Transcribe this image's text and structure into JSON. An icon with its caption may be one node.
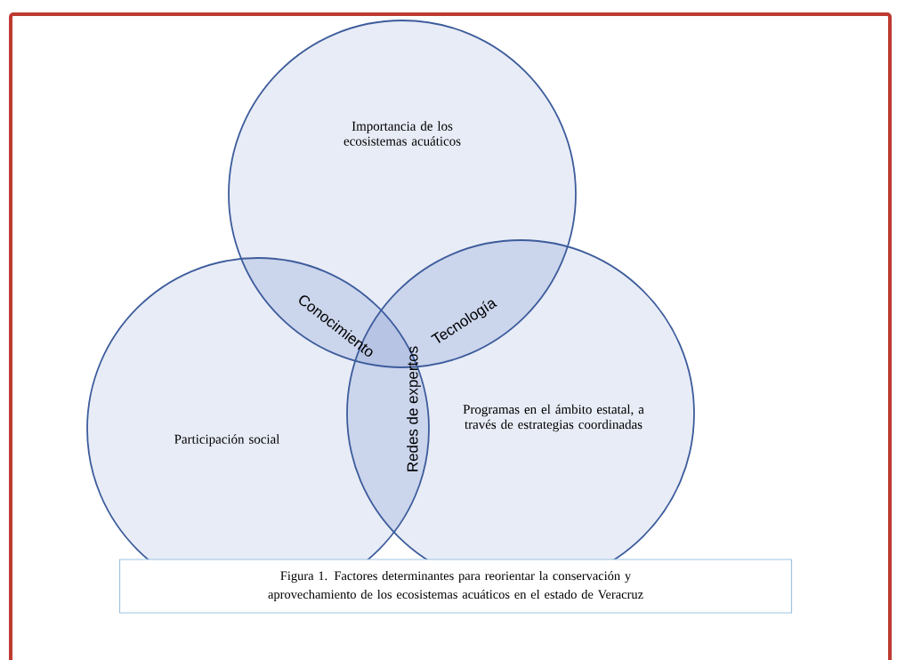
{
  "diagram": {
    "caption": "Figura 1. Factores determinantes para reorientar la conservación y aprovechamiento de los ecosistemas acuáticos en el estado de Veracruz",
    "nodes": [
      {
        "text": [
          "Importancia de los ecosistemas acuáticos"
        ]
      },
      {
        "text": [
          "Participación social"
        ]
      },
      {
        "text": [
          "Programas en el ámbito estatal, a través de estrategias coordinadas"
        ]
      }
    ],
    "labels": [
      "Conocimiento",
      "Tecnología",
      "Redes de expertos"
    ]
  }
}
